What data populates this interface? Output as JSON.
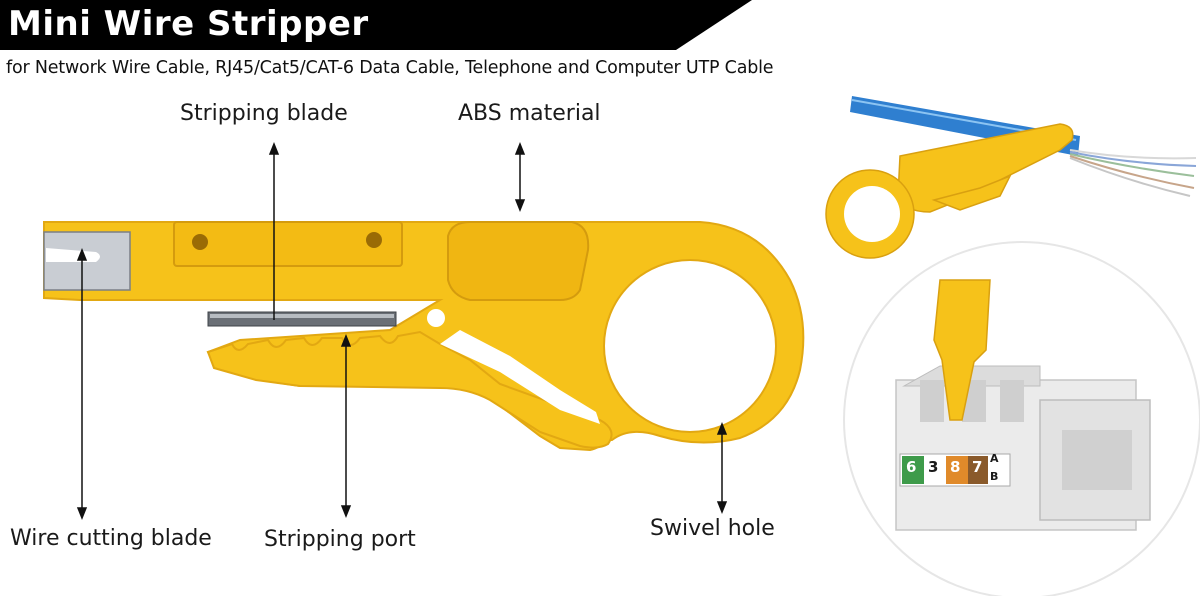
{
  "header": {
    "title": "Mini Wire Stripper",
    "subtitle": "for Network Wire Cable, RJ45/Cat5/CAT-6 Data Cable, Telephone and Computer UTP Cable"
  },
  "callouts": {
    "stripping_blade": "Stripping blade",
    "abs_material": "ABS material",
    "wire_cutting_blade": "Wire cutting blade",
    "stripping_port": "Stripping port",
    "swivel_hole": "Swivel hole"
  },
  "keystone": {
    "pin_labels": [
      "6",
      "3",
      "8",
      "7"
    ],
    "ab_labels": [
      "A",
      "B"
    ]
  },
  "colors": {
    "tool_yellow": "#f6c21a",
    "tool_edge": "#d9a010",
    "banner_black": "#000000",
    "jack_grey": "#e6e6e6",
    "cable_blue": "#2f7fd0"
  }
}
